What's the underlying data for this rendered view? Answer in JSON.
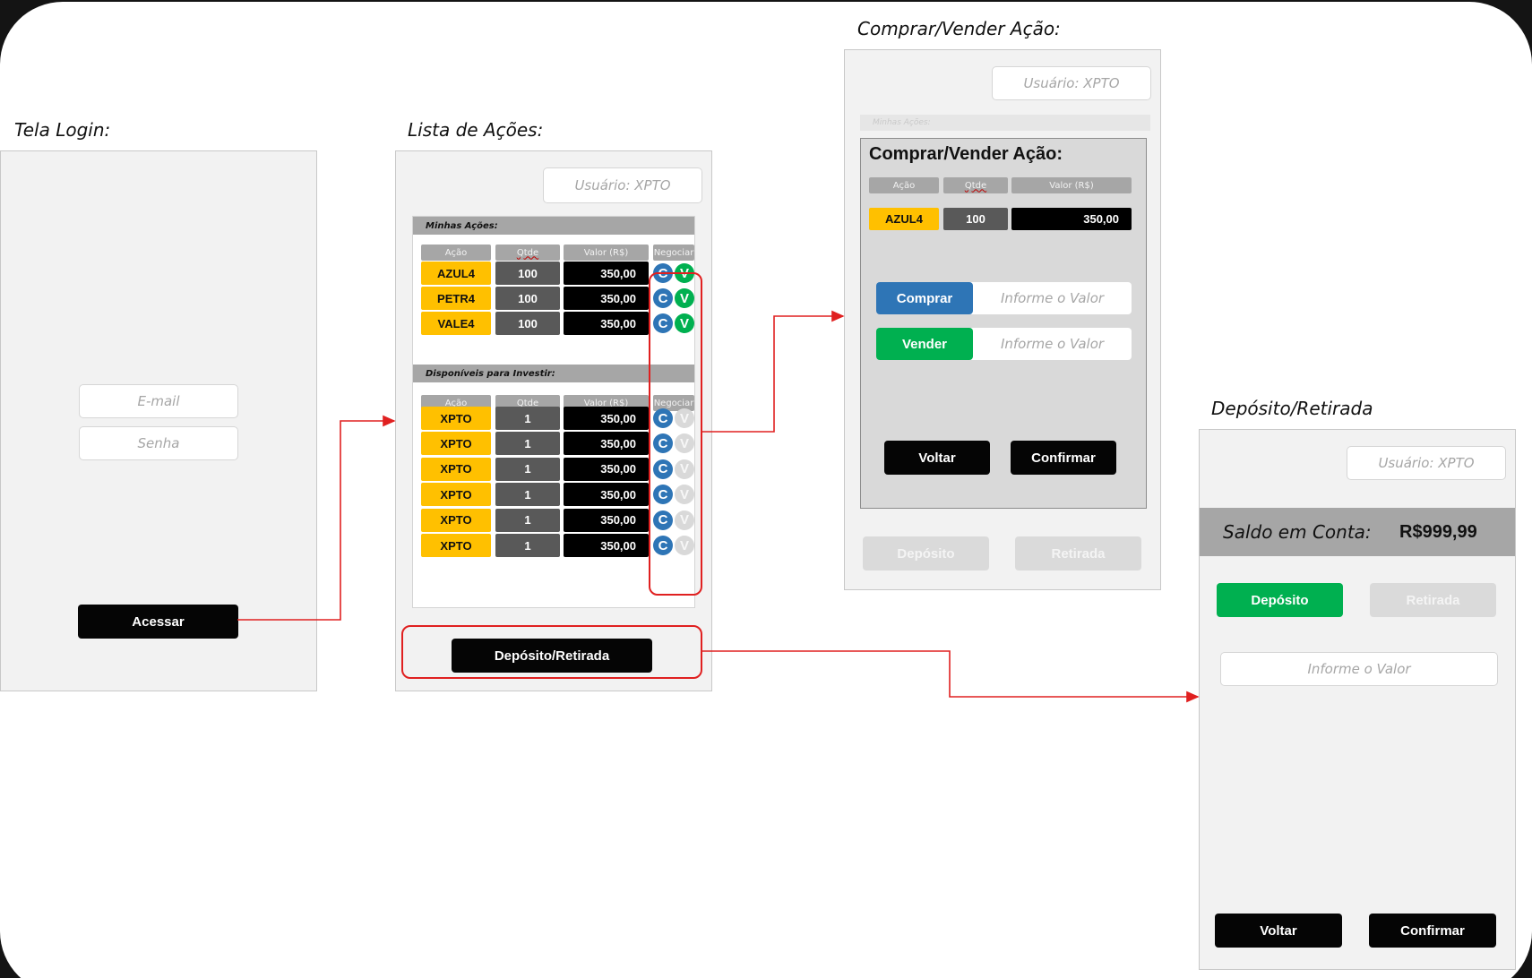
{
  "login": {
    "title": "Tela Login:",
    "email_placeholder": "E-mail",
    "password_placeholder": "Senha",
    "access_button": "Acessar"
  },
  "stock_list": {
    "title": "Lista de Ações:",
    "user_label": "Usuário: XPTO",
    "my_stocks": {
      "heading": "Minhas Ações:",
      "columns": [
        "Ação",
        "Qtde",
        "Valor (R$)",
        "Negociar"
      ],
      "rows": [
        {
          "ticker": "AZUL4",
          "qty": "100",
          "value": "350,00",
          "buy": "C",
          "sell": "V"
        },
        {
          "ticker": "PETR4",
          "qty": "100",
          "value": "350,00",
          "buy": "C",
          "sell": "V"
        },
        {
          "ticker": "VALE4",
          "qty": "100",
          "value": "350,00",
          "buy": "C",
          "sell": "V"
        }
      ]
    },
    "available": {
      "heading": "Disponíveis para Investir:",
      "columns": [
        "Ação",
        "Qtde",
        "Valor (R$)",
        "Negociar"
      ],
      "rows": [
        {
          "ticker": "XPTO",
          "qty": "1",
          "value": "350,00",
          "buy": "C",
          "sell": "V"
        },
        {
          "ticker": "XPTO",
          "qty": "1",
          "value": "350,00",
          "buy": "C",
          "sell": "V"
        },
        {
          "ticker": "XPTO",
          "qty": "1",
          "value": "350,00",
          "buy": "C",
          "sell": "V"
        },
        {
          "ticker": "XPTO",
          "qty": "1",
          "value": "350,00",
          "buy": "C",
          "sell": "V"
        },
        {
          "ticker": "XPTO",
          "qty": "1",
          "value": "350,00",
          "buy": "C",
          "sell": "V"
        },
        {
          "ticker": "XPTO",
          "qty": "1",
          "value": "350,00",
          "buy": "C",
          "sell": "V"
        }
      ]
    },
    "deposit_button": "Depósito/Retirada"
  },
  "trade": {
    "title": "Comprar/Vender Ação:",
    "user_label": "Usuário: XPTO",
    "background_heading": "Minhas Ações:",
    "modal_title": "Comprar/Vender Ação:",
    "columns": [
      "Ação",
      "Qtde",
      "Valor (R$)"
    ],
    "row": {
      "ticker": "AZUL4",
      "qty": "100",
      "value": "350,00"
    },
    "buy_button": "Comprar",
    "buy_placeholder": "Informe o Valor",
    "sell_button": "Vender",
    "sell_placeholder": "Informe o Valor",
    "back_button": "Voltar",
    "confirm_button": "Confirmar",
    "background_deposit": "Depósito",
    "background_withdraw": "Retirada"
  },
  "deposit": {
    "title": "Depósito/Retirada",
    "user_label": "Usuário: XPTO",
    "balance_label": "Saldo em Conta:",
    "balance_value": "R$999,99",
    "deposit_button": "Depósito",
    "withdraw_button": "Retirada",
    "value_placeholder": "Informe o Valor",
    "back_button": "Voltar",
    "confirm_button": "Confirmar"
  },
  "colors": {
    "accent_yellow": "#ffc000",
    "buy_blue": "#2e75b6",
    "sell_green": "#00b050",
    "flow_red": "#e02020"
  }
}
